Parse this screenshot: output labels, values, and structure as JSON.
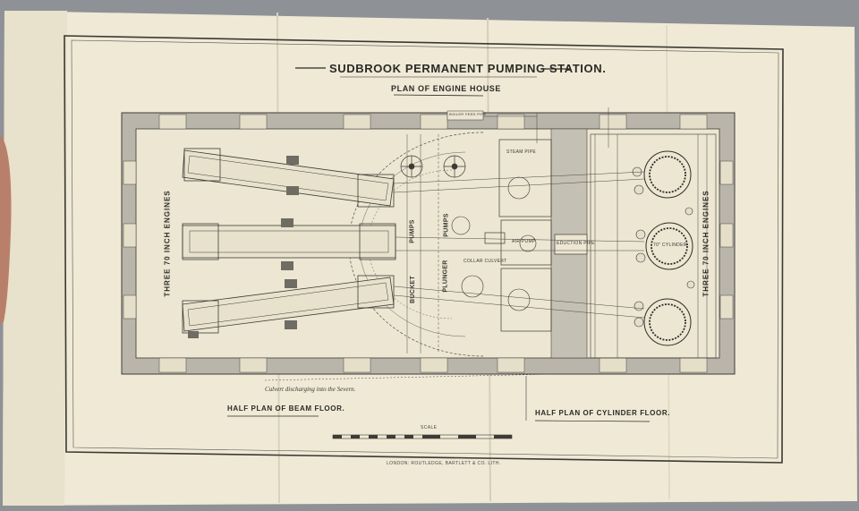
{
  "drawing": {
    "title": "SUDBROOK PERMANENT PUMPING STATION.",
    "subtitle": "PLAN OF ENGINE HOUSE",
    "left_vertical": "THREE 70 INCH ENGINES",
    "right_vertical": "THREE 70 INCH ENGINES",
    "culvert_note": "Culvert discharging into the Severn.",
    "half_plan_beam": "HALF PLAN OF BEAM FLOOR.",
    "half_plan_cylinder": "HALF PLAN OF CYLINDER FLOOR.",
    "scale_label": "SCALE",
    "printer": "LONDON: ROUTLEDGE, BARTLETT & CO. LITH.",
    "labels": {
      "bucket": "BUCKET",
      "pumps_left": "PUMPS",
      "plunger": "PLUNGER",
      "pumps_right": "PUMPS",
      "cylinder": "70\" CYLINDER",
      "air_pump": "AIR PUMP",
      "eduction_pipe": "EDUCTION PIPE",
      "steam_pipe": "STEAM PIPE",
      "collar": "COLLAR CULVERT",
      "boiler": "BOILER FEED PIPE"
    }
  }
}
